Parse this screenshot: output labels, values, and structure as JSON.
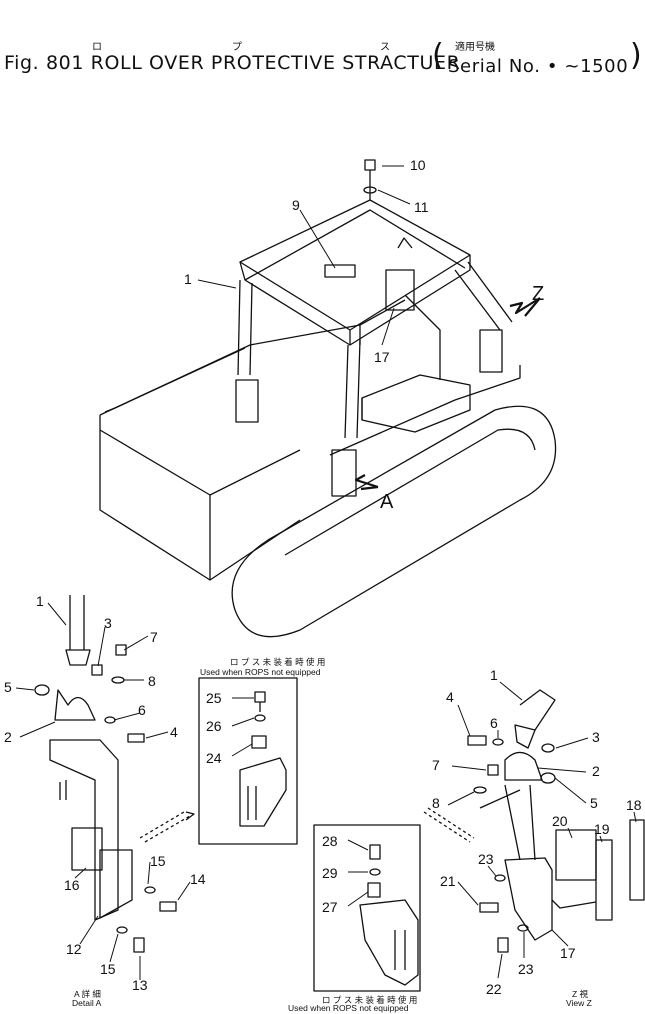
{
  "title": {
    "kana_ro": "ロ",
    "kana_pu": "プ",
    "kana_su": "ス",
    "main": "Fig. 801 ROLL OVER PROTECTIVE STRACTUER",
    "paren_open": "(",
    "applicable_jp": "適用号機",
    "serial": "Serial No.  • ~1500",
    "paren_close": ")"
  },
  "overview": {
    "callouts": [
      "10",
      "11",
      "9",
      "1",
      "17"
    ],
    "arrow_z": "Z",
    "arrow_a": "A"
  },
  "detail_a": {
    "callouts": [
      "1",
      "3",
      "7",
      "5",
      "8",
      "2",
      "6",
      "4",
      "16",
      "15",
      "14",
      "12",
      "15",
      "13"
    ],
    "caption_jp": "A 詳 細",
    "caption_en": "Detail A"
  },
  "box_top": {
    "caption_jp": "ロ プ ス 未 装 着 時 使 用",
    "caption_en": "Used when ROPS not equipped",
    "callouts": [
      "25",
      "26",
      "24"
    ]
  },
  "box_bottom": {
    "callouts": [
      "28",
      "29",
      "27"
    ],
    "caption_jp": "ロ プ ス 未 装 着 時 使 用",
    "caption_en": "Used when ROPS not equipped"
  },
  "view_z": {
    "callouts": [
      "1",
      "3",
      "4",
      "6",
      "7",
      "2",
      "8",
      "5",
      "18",
      "20",
      "19",
      "23",
      "21",
      "23",
      "22",
      "17"
    ],
    "caption_jp": "Z 視",
    "caption_en": "View Z"
  }
}
